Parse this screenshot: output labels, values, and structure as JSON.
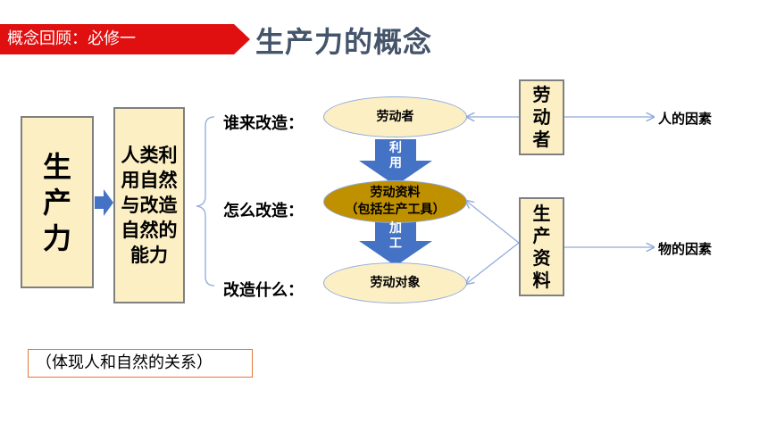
{
  "banner": {
    "label": "概念回顾：必修一"
  },
  "title": "生产力的概念",
  "concept": {
    "label": "生产力"
  },
  "definition": {
    "label": "人类利用自然与改造自然的能力"
  },
  "questions": [
    {
      "label": "谁来改造："
    },
    {
      "label": "怎么改造："
    },
    {
      "label": "改造什么："
    }
  ],
  "elements": [
    {
      "label": "劳动者"
    },
    {
      "label": "劳动资料",
      "sublabel": "（包括生产工具）"
    },
    {
      "label": "劳动对象"
    }
  ],
  "flow_arrows": [
    {
      "label": "利用"
    },
    {
      "label": "加工"
    }
  ],
  "side_boxes": [
    {
      "label": "劳动者"
    },
    {
      "label": "生产资料"
    }
  ],
  "factors": [
    {
      "label": "人的因素"
    },
    {
      "label": "物的因素"
    }
  ],
  "note": {
    "label": "（体现人和自然的关系）"
  },
  "colors": {
    "banner": "#e01010",
    "title": "#44546a",
    "box_fill": "#fdefc4",
    "gold_fill": "#bf9000",
    "arrow_blue": "#4472c4",
    "line_blue": "#8faadc",
    "note_border": "#e07a3c"
  }
}
